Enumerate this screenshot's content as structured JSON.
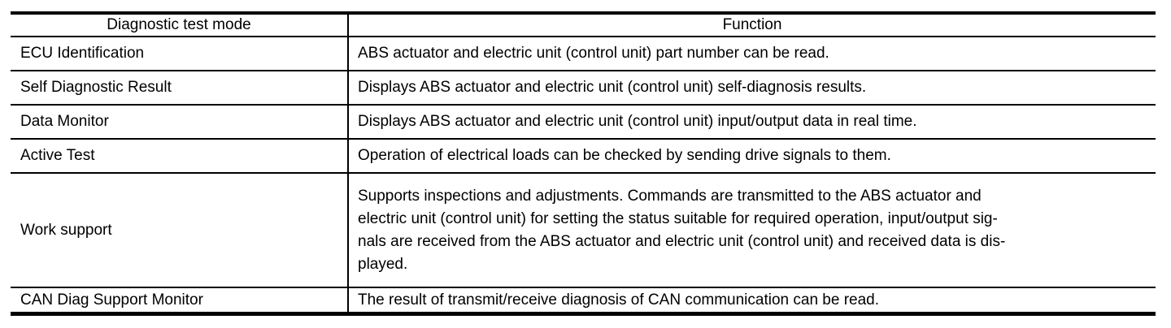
{
  "colors": {
    "border": "#000000",
    "text": "#000000",
    "background": "#ffffff"
  },
  "table": {
    "headers": [
      {
        "label": "Diagnostic test mode"
      },
      {
        "label": "Function"
      }
    ],
    "rows": [
      {
        "mode": "ECU Identification",
        "function": "ABS actuator and electric unit (control unit) part number can be read."
      },
      {
        "mode": "Self Diagnostic Result",
        "function": "Displays ABS actuator and electric unit (control unit) self-diagnosis results."
      },
      {
        "mode": "Data Monitor",
        "function": "Displays ABS actuator and electric unit (control unit) input/output data in real time."
      },
      {
        "mode": "Active Test",
        "function": "Operation of electrical loads can be checked by sending drive signals to them."
      },
      {
        "mode": "Work support",
        "function": "Supports inspections and adjustments. Commands are transmitted to the ABS actuator and\nelectric unit (control unit) for setting the status suitable for required operation, input/output sig-\nnals are received from the ABS actuator and electric unit (control unit) and received data is dis-\nplayed."
      },
      {
        "mode": "CAN Diag Support Monitor",
        "function": "The result of transmit/receive diagnosis of CAN communication can be read."
      }
    ]
  }
}
